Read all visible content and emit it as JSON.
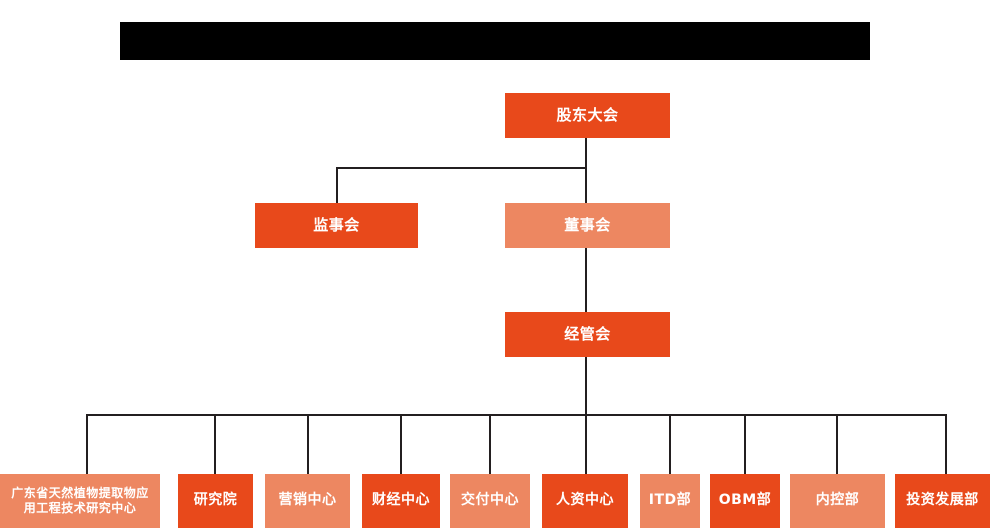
{
  "banner": {
    "label": "",
    "color": "#000000"
  },
  "palette": {
    "background": "#FFFFFF",
    "node_dark": "#E8491B",
    "node_light": "#ED8761",
    "connector": "#231F20",
    "node_text": "#FFFFFF"
  },
  "chart_data": {
    "type": "diagram",
    "diagram_kind": "org-chart",
    "title": "",
    "levels": [
      {
        "level": 1,
        "nodes": [
          {
            "id": "shareholders",
            "label": "股东大会",
            "fill": "#E8491B",
            "style": "dark"
          }
        ]
      },
      {
        "level": 2,
        "nodes": [
          {
            "id": "supervisors",
            "label": "监事会",
            "fill": "#E8491B",
            "style": "dark"
          },
          {
            "id": "directors",
            "label": "董事会",
            "fill": "#ED8761",
            "style": "light"
          }
        ]
      },
      {
        "level": 3,
        "nodes": [
          {
            "id": "management",
            "label": "经管会",
            "fill": "#E8491B",
            "style": "dark"
          }
        ]
      },
      {
        "level": 4,
        "nodes": [
          {
            "id": "research-center",
            "label": "广东省天然植物提取物应\n用工程技术研究中心",
            "fill": "#ED8761",
            "style": "light"
          },
          {
            "id": "institute",
            "label": "研究院",
            "fill": "#E8491B",
            "style": "dark"
          },
          {
            "id": "marketing",
            "label": "营销中心",
            "fill": "#ED8761",
            "style": "light"
          },
          {
            "id": "finance",
            "label": "财经中心",
            "fill": "#E8491B",
            "style": "dark"
          },
          {
            "id": "delivery",
            "label": "交付中心",
            "fill": "#ED8761",
            "style": "light"
          },
          {
            "id": "hr",
            "label": "人资中心",
            "fill": "#E8491B",
            "style": "dark"
          },
          {
            "id": "itd",
            "label": "ITD部",
            "fill": "#ED8761",
            "style": "light"
          },
          {
            "id": "obm",
            "label": "OBM部",
            "fill": "#E8491B",
            "style": "dark"
          },
          {
            "id": "internal-control",
            "label": "内控部",
            "fill": "#ED8761",
            "style": "light"
          },
          {
            "id": "investment",
            "label": "投资发展部",
            "fill": "#E8491B",
            "style": "dark"
          }
        ]
      }
    ],
    "edges": [
      {
        "from": "shareholders",
        "to": "supervisors"
      },
      {
        "from": "shareholders",
        "to": "directors"
      },
      {
        "from": "directors",
        "to": "management"
      },
      {
        "from": "management",
        "to": "research-center"
      },
      {
        "from": "management",
        "to": "institute"
      },
      {
        "from": "management",
        "to": "marketing"
      },
      {
        "from": "management",
        "to": "finance"
      },
      {
        "from": "management",
        "to": "delivery"
      },
      {
        "from": "management",
        "to": "hr"
      },
      {
        "from": "management",
        "to": "itd"
      },
      {
        "from": "management",
        "to": "obm"
      },
      {
        "from": "management",
        "to": "internal-control"
      },
      {
        "from": "management",
        "to": "investment"
      }
    ]
  }
}
